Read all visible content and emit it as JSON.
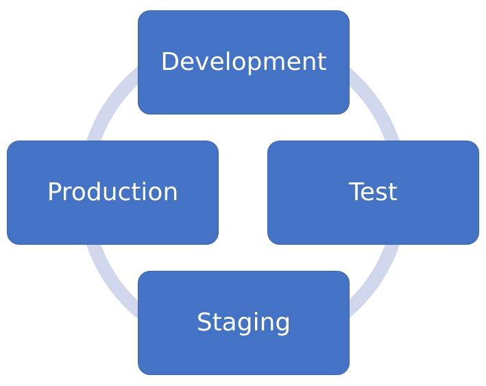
{
  "colors": {
    "box_fill": "#4472c4",
    "box_text": "#ffffff",
    "ring": "#d0d6ec"
  },
  "stages": [
    {
      "label": "Development"
    },
    {
      "label": "Test"
    },
    {
      "label": "Staging"
    },
    {
      "label": "Production"
    }
  ]
}
